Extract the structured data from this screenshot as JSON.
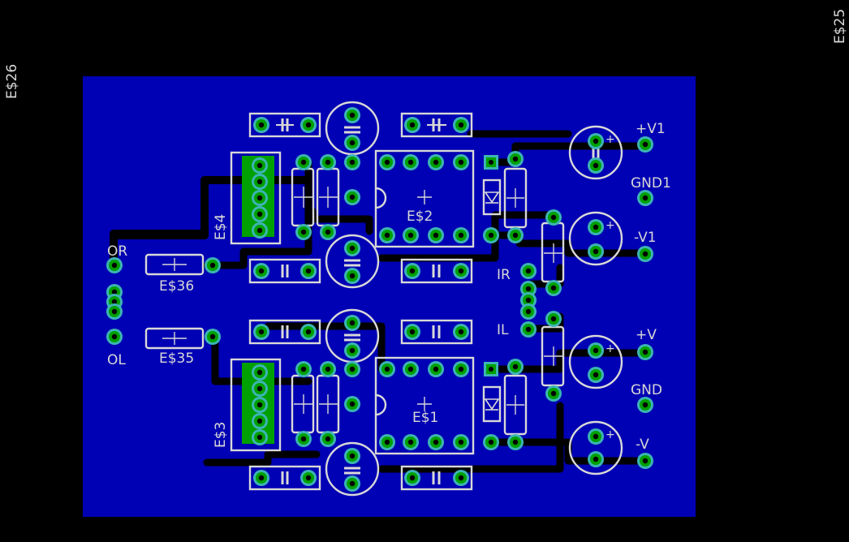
{
  "view": {
    "board_fill": "#0000b4",
    "background": "#000000",
    "pad_ring": "#3cb4b4",
    "pad_copper": "#00a000",
    "silkscreen": "#d8d8d8"
  },
  "labels": {
    "e26": "E$26",
    "e25": "E$25",
    "or": "OR",
    "ol": "OL",
    "e36": "E$36",
    "e35": "E$35",
    "e4": "E$4",
    "e3": "E$3",
    "e2": "E$2",
    "e1": "E$1",
    "ir": "IR",
    "il": "IL",
    "v1p": "+V1",
    "gnd1": "GND1",
    "v1n": "-V1",
    "vp": "+V",
    "gnd": "GND",
    "vn": "-V"
  }
}
